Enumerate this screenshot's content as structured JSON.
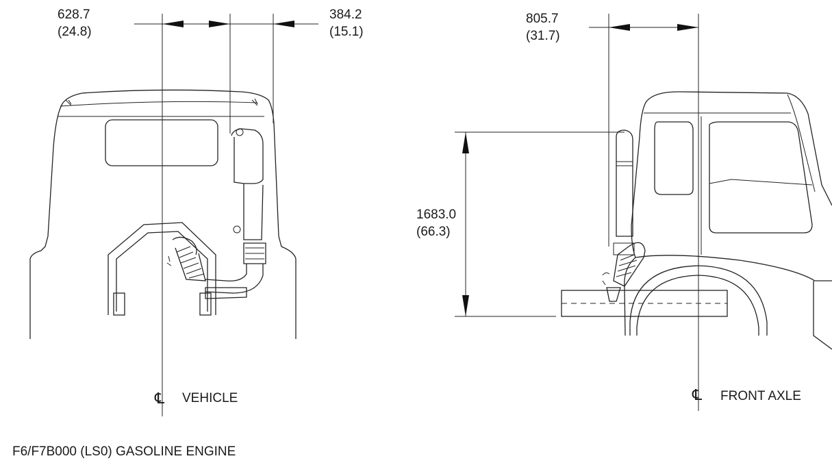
{
  "rear_view": {
    "dim_left_mm": "628.7",
    "dim_left_in": "(24.8)",
    "dim_right_mm": "384.2",
    "dim_right_in": "(15.1)",
    "centerline_symbol": "℄",
    "centerline_label": "VEHICLE"
  },
  "side_view": {
    "dim_top_mm": "805.7",
    "dim_top_in": "(31.7)",
    "dim_height_mm": "1683.0",
    "dim_height_in": "(66.3)",
    "centerline_symbol": "℄",
    "centerline_label": "FRONT AXLE"
  },
  "caption": "F6/F7B000 (LS0) GASOLINE ENGINE"
}
